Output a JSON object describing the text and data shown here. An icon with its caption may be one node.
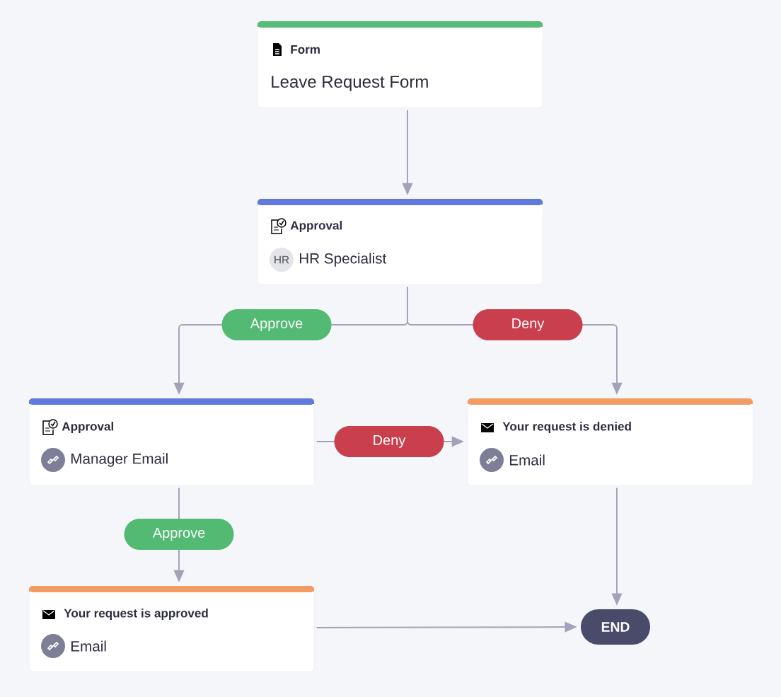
{
  "diagram": {
    "nodes": [
      {
        "text": [
          "Form",
          "Leave Request Form"
        ]
      },
      {
        "text": [
          "Approval",
          "HR",
          "HR Specialist"
        ]
      },
      {
        "text": [
          "Approval",
          "Manager Email"
        ]
      },
      {
        "text": [
          "Your request is denied",
          "Email"
        ]
      },
      {
        "text": [
          "Your request is approved",
          "Email"
        ]
      },
      {
        "text": [
          "END"
        ]
      }
    ],
    "edges": [
      {
        "from": 0,
        "to": 1,
        "arrow": "to"
      },
      {
        "from": 1,
        "to": 2,
        "arrow": "to",
        "label": "Approve"
      },
      {
        "from": 1,
        "to": 3,
        "arrow": "to",
        "label": "Deny"
      },
      {
        "from": 2,
        "to": 3,
        "arrow": "to",
        "label": "Deny"
      },
      {
        "from": 2,
        "to": 4,
        "arrow": "to",
        "label": "Approve"
      },
      {
        "from": 3,
        "to": 5,
        "arrow": "to"
      },
      {
        "from": 4,
        "to": 5,
        "arrow": "to"
      }
    ]
  }
}
